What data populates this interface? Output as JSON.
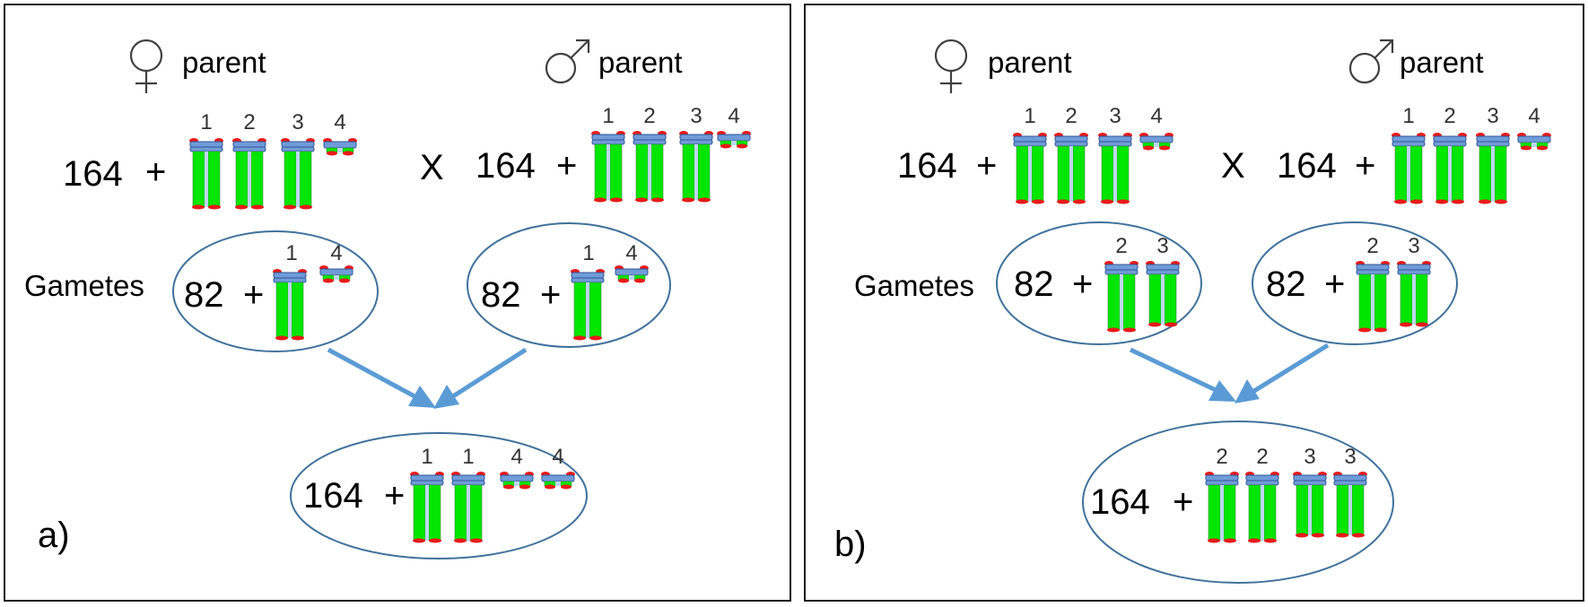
{
  "panels": [
    {
      "id": "a",
      "panel_label": "a)",
      "female_label": "parent",
      "male_label": "parent",
      "cross_symbol": "X",
      "female_count": "164",
      "male_count": "164",
      "plus": "+",
      "parent_chromosomes": [
        "1",
        "2",
        "3",
        "4"
      ],
      "gametes_label": "Gametes",
      "gamete_count": "82",
      "gamete_chromosomes": [
        "1",
        "4"
      ],
      "offspring_count": "164",
      "offspring_chromosomes": [
        "1",
        "1",
        "4",
        "4"
      ]
    },
    {
      "id": "b",
      "panel_label": "b)",
      "female_label": "parent",
      "male_label": "parent",
      "cross_symbol": "X",
      "female_count": "164",
      "male_count": "164",
      "plus": "+",
      "parent_chromosomes": [
        "1",
        "2",
        "3",
        "4"
      ],
      "gametes_label": "Gametes",
      "gamete_count": "82",
      "gamete_chromosomes": [
        "2",
        "3"
      ],
      "offspring_count": "164",
      "offspring_chromosomes": [
        "2",
        "2",
        "3",
        "3"
      ]
    }
  ],
  "icons": {
    "female": "female-symbol-icon",
    "male": "male-symbol-icon",
    "chromosome": "chromosome-icon",
    "arrow": "arrow-icon"
  },
  "colors": {
    "chromosome_arm": "#00e600",
    "centromere": "#6f9bd8",
    "telomere": "#e81a1a",
    "ellipse": "#41719c",
    "arrow": "#5b9bd5"
  }
}
